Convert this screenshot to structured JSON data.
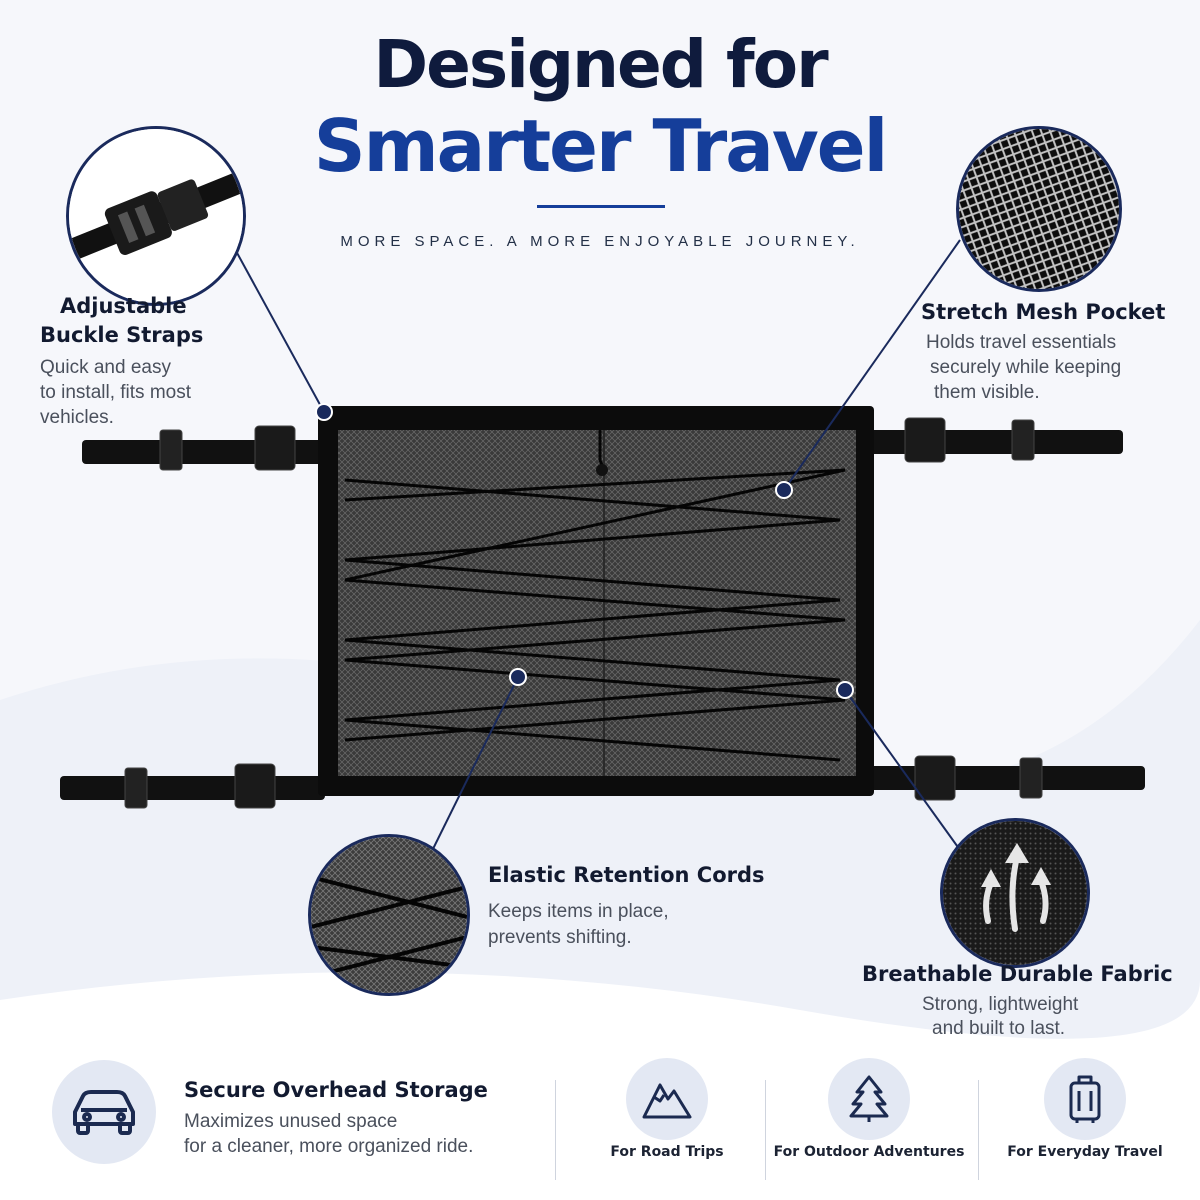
{
  "header": {
    "title_line1": "Designed for",
    "title_line2": "Smarter Travel",
    "tagline": "MORE SPACE. A MORE ENJOYABLE JOURNEY."
  },
  "features": {
    "buckle": {
      "title_line1": "Adjustable",
      "title_line2": "Buckle Straps",
      "desc_line1": "Quick and easy",
      "desc_line2": "to install, fits most",
      "desc_line3": "vehicles."
    },
    "mesh": {
      "title": "Stretch Mesh Pocket",
      "desc_line1": "Holds travel essentials",
      "desc_line2": "securely while keeping",
      "desc_line3": "them visible."
    },
    "cords": {
      "title": "Elastic Retention Cords",
      "desc_line1": "Keeps items in place,",
      "desc_line2": "prevents shifting."
    },
    "fabric": {
      "title": "Breathable Durable Fabric",
      "desc_line1": "Strong, lightweight",
      "desc_line2": "and built to last."
    }
  },
  "storage": {
    "title": "Secure Overhead Storage",
    "desc_line1": "Maximizes unused space",
    "desc_line2": "for a cleaner, more organized ride."
  },
  "categories": [
    {
      "label": "For Road Trips",
      "icon": "mountain-icon"
    },
    {
      "label": "For Outdoor Adventures",
      "icon": "tree-icon"
    },
    {
      "label": "For Everyday Travel",
      "icon": "suitcase-icon"
    }
  ],
  "colors": {
    "navy": "#0f1b3d",
    "accent_blue": "#153e9a",
    "badge_bg": "#e3e8f3"
  }
}
